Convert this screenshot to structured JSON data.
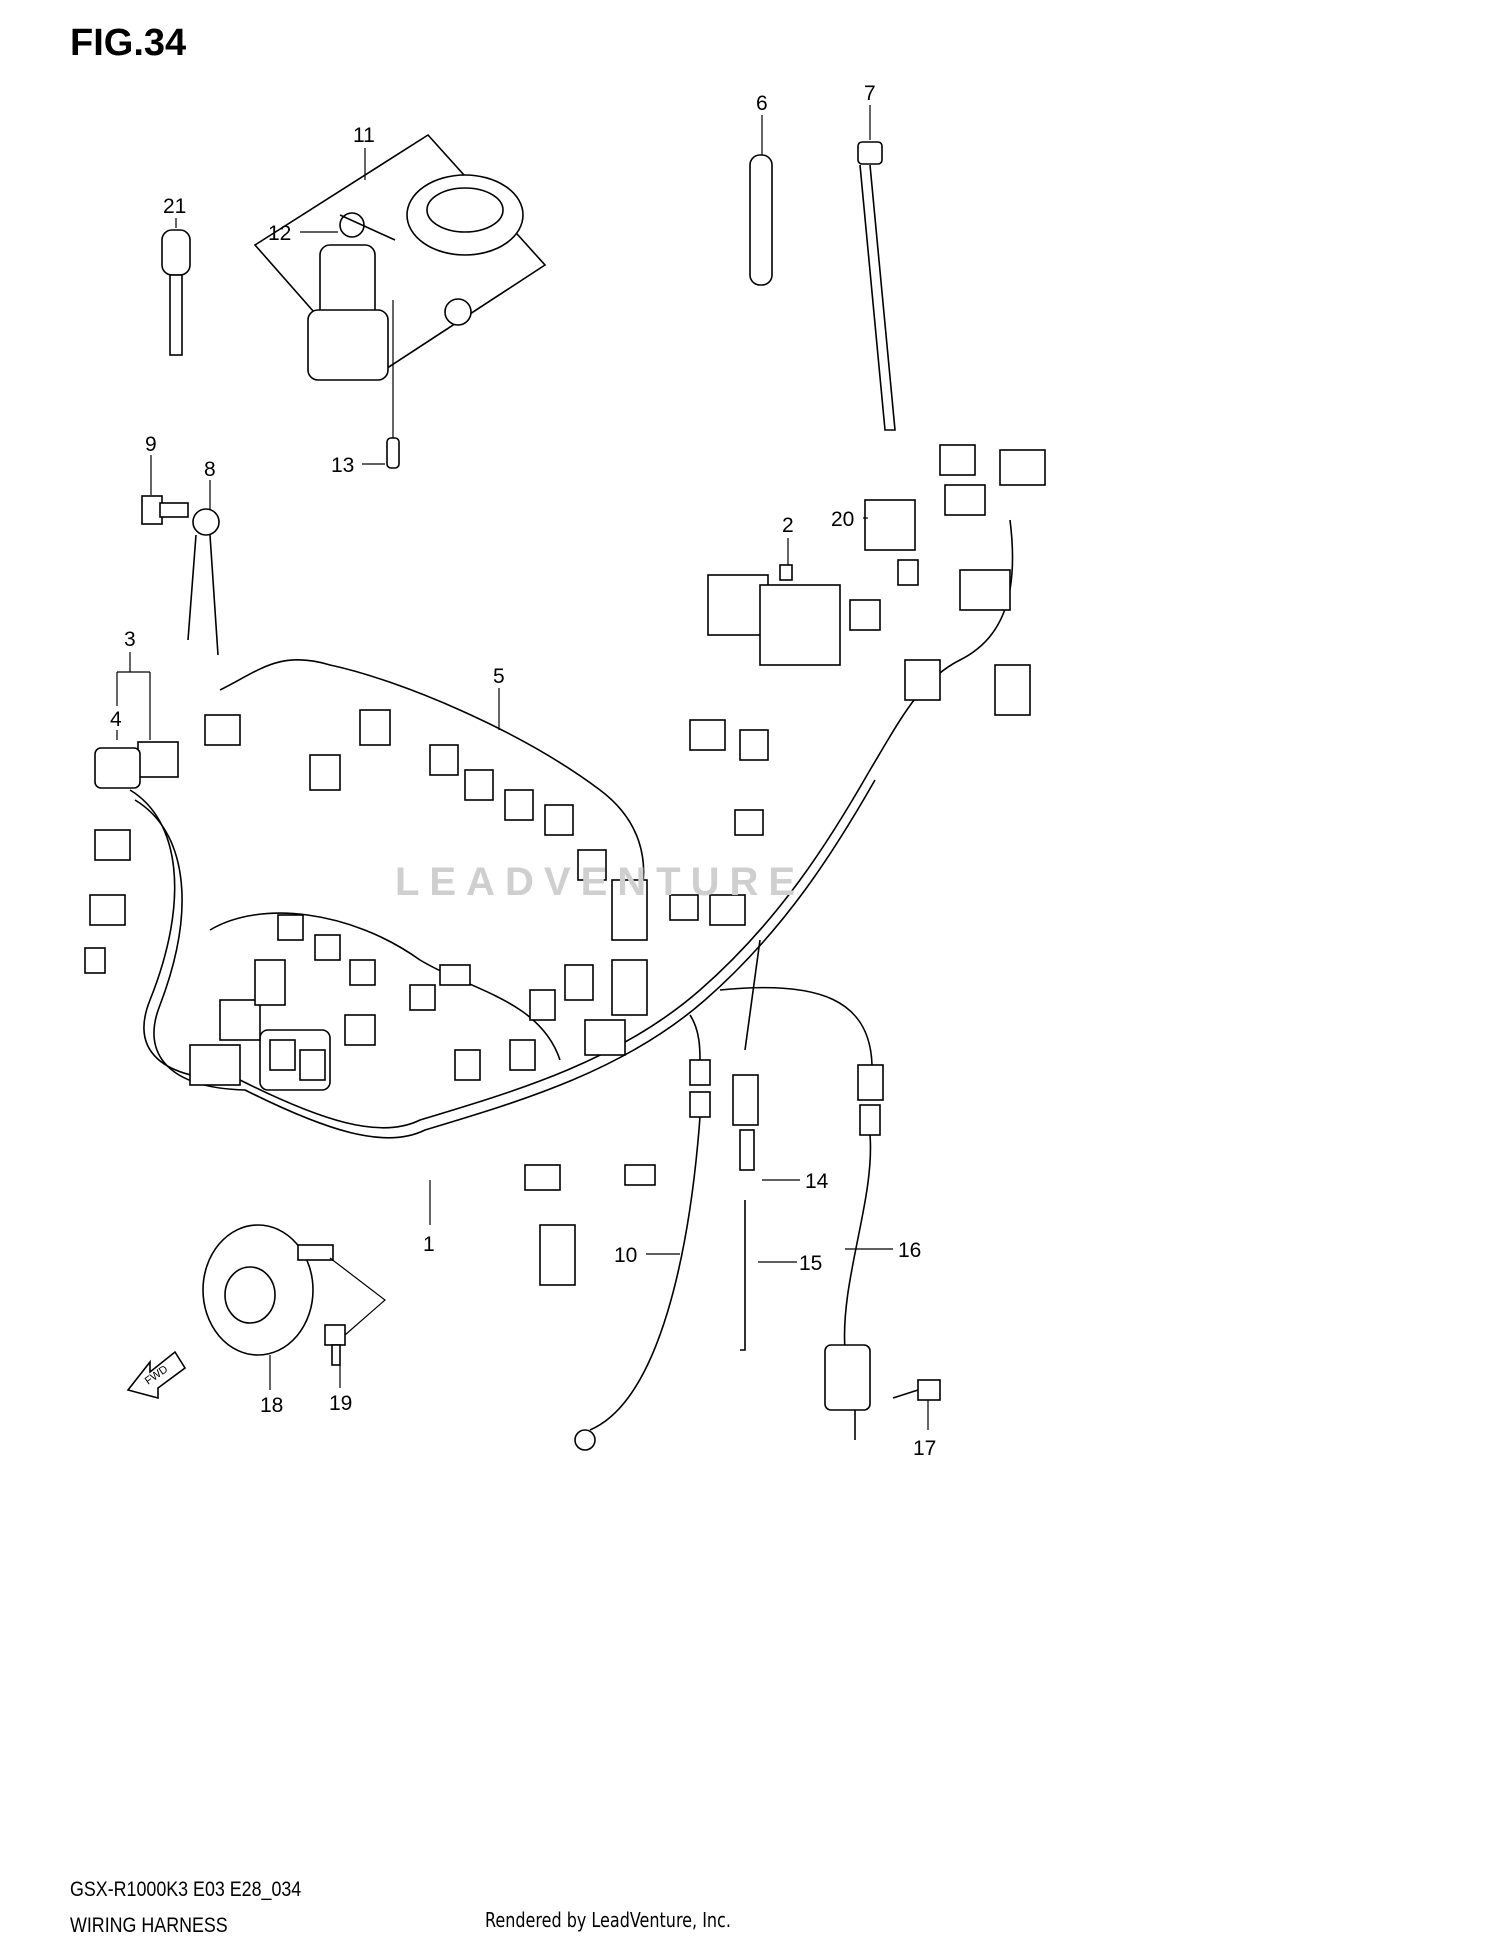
{
  "header": {
    "title": "FIG.34"
  },
  "footer": {
    "model_code": "GSX-R1000K3 E03 E28_034",
    "section_name": "WIRING HARNESS",
    "credit": "Rendered by LeadVenture, Inc."
  },
  "watermark": "LEADVENTURE",
  "direction_marker": "FWD",
  "callouts": [
    {
      "id": "1",
      "label": "1"
    },
    {
      "id": "2",
      "label": "2"
    },
    {
      "id": "3",
      "label": "3"
    },
    {
      "id": "4",
      "label": "4"
    },
    {
      "id": "5",
      "label": "5"
    },
    {
      "id": "6",
      "label": "6"
    },
    {
      "id": "7",
      "label": "7"
    },
    {
      "id": "8",
      "label": "8"
    },
    {
      "id": "9",
      "label": "9"
    },
    {
      "id": "10",
      "label": "10"
    },
    {
      "id": "11",
      "label": "11"
    },
    {
      "id": "12",
      "label": "12"
    },
    {
      "id": "13",
      "label": "13"
    },
    {
      "id": "14",
      "label": "14"
    },
    {
      "id": "15",
      "label": "15"
    },
    {
      "id": "16",
      "label": "16"
    },
    {
      "id": "17",
      "label": "17"
    },
    {
      "id": "18",
      "label": "18"
    },
    {
      "id": "19",
      "label": "19"
    },
    {
      "id": "20",
      "label": "20"
    },
    {
      "id": "21",
      "label": "21"
    }
  ]
}
